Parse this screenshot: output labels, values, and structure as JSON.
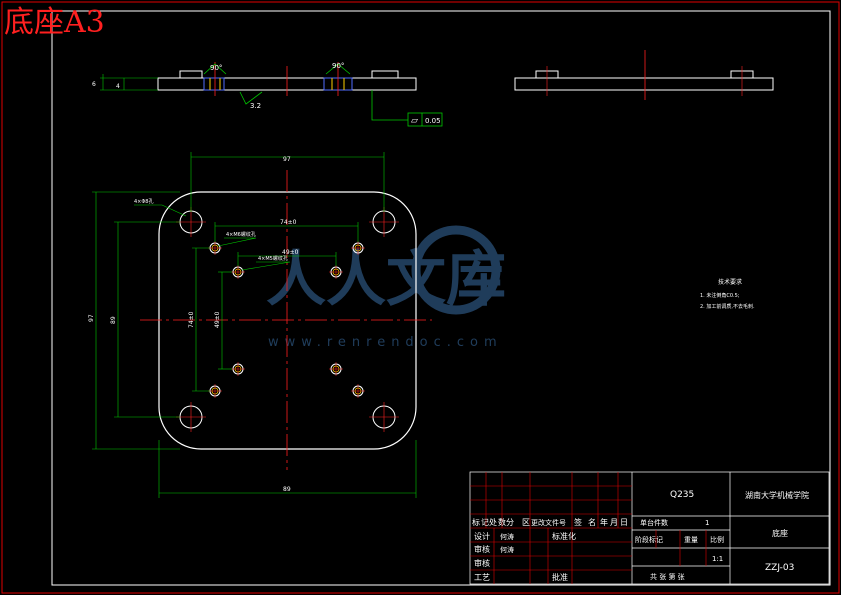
{
  "sheet": {
    "title": "底座A3"
  },
  "watermark": {
    "brand": "人人文库",
    "url": "www.renrendoc.com"
  },
  "top_view": {
    "dims": {
      "overall_width": "97",
      "overall_height": "97",
      "outer_height": "89",
      "inner_width": "74±0",
      "inner_height": "74±0",
      "inner_small": "49±0",
      "inner_small_v": "49±0",
      "overall_bottom": "89"
    },
    "callouts": {
      "corner_holes": "4×Φ8孔",
      "thread_holes": "4×M6螺纹孔",
      "pin_holes": "4×M5螺纹孔"
    }
  },
  "section_view": {
    "angle_left": "90°",
    "angle_right": "90°",
    "thickness": "6",
    "thickness_inner": "4",
    "roughness": "3.2",
    "flatness_tol": "0.05",
    "flatness_sym": "⏥"
  },
  "notes": {
    "title": "技术要求",
    "items": [
      "1. 未注倒角C0.5;",
      "2. 加工前调质,不去毛刺."
    ]
  },
  "title_block": {
    "material": "Q235",
    "school": "湖南大学机械学院",
    "part_name": "底座",
    "drawing_no": "ZZJ-03",
    "scale": "1:1",
    "quantity": "1",
    "header_cells": [
      "标",
      "记",
      "处",
      "数",
      "分",
      "区",
      "更改文件号",
      "签",
      "名",
      "年",
      "月",
      "日"
    ],
    "left_rows": [
      {
        "role": "设计",
        "name": "何涛",
        "extra": "标准化"
      },
      {
        "role": "审核",
        "name": "何涛",
        "extra": ""
      },
      {
        "role": "审核",
        "name": "",
        "extra": ""
      },
      {
        "role": "工艺",
        "name": "",
        "extra": "批准"
      }
    ],
    "mid_labels": {
      "stage": "阶段标记",
      "weight": "重量",
      "ratio": "比例",
      "sheets": "共 张 第 张",
      "part_count": "单台件数"
    }
  }
}
